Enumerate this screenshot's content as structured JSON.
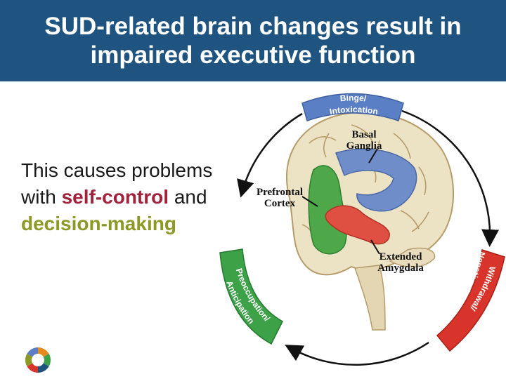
{
  "slide": {
    "title_line1": "SUD-related brain changes result in",
    "title_line2": "impaired executive function"
  },
  "body": {
    "part1": "This causes problems with ",
    "highlight1": "self-control",
    "part2": " and ",
    "highlight2": "decision-making"
  },
  "diagram": {
    "stage_top": [
      "Binge/",
      "Intoxication"
    ],
    "stage_right": [
      "Withdrawal/",
      "Negative Affect"
    ],
    "stage_left": [
      "Preoccupation/",
      "Anticipation"
    ],
    "label_basal": [
      "Basal",
      "Ganglia"
    ],
    "label_prefrontal": [
      "Prefrontal",
      "Cortex"
    ],
    "label_amygdala": [
      "Extended",
      "Amygdala"
    ],
    "colors": {
      "title_bar": "#1f5481",
      "binge": "#5b7fc4",
      "withdrawal": "#d9342b",
      "preoccupation": "#3da148",
      "highlight_self_control": "#a2223c",
      "highlight_decision": "#8c9a25"
    }
  }
}
